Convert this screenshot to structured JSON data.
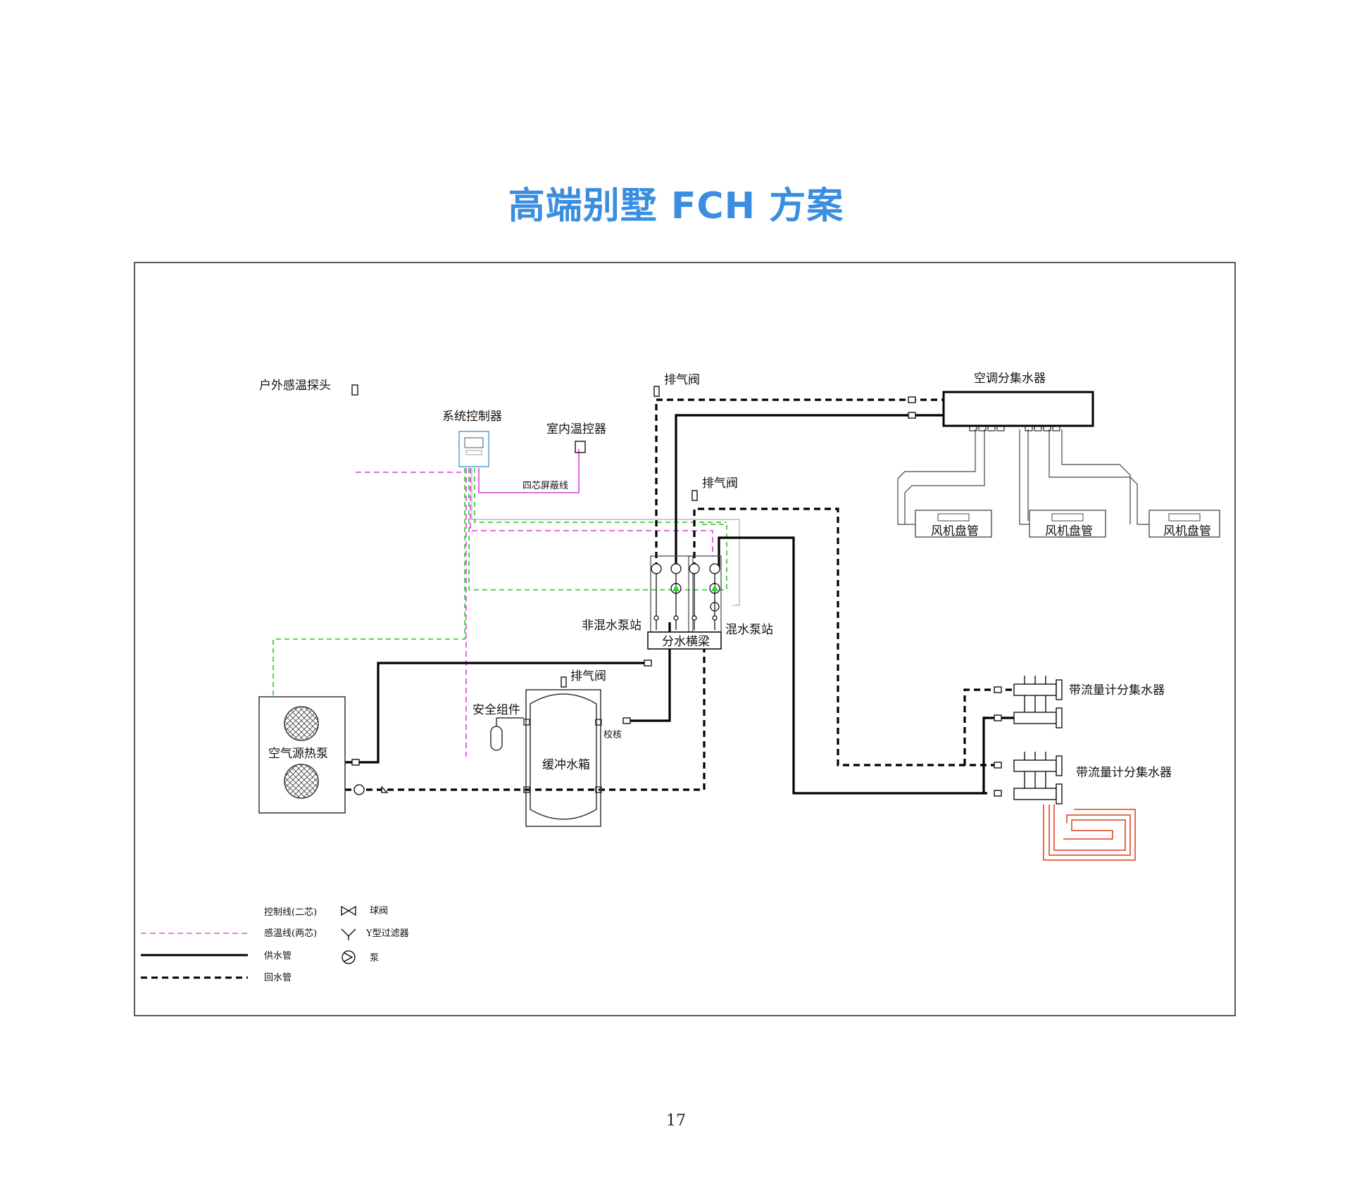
{
  "title": "高端别墅 FCH 方案",
  "page_number": "17",
  "labels": {
    "outdoor_sensor": "户外感温探头",
    "system_controller": "系统控制器",
    "room_thermostat": "室内温控器",
    "four_core_cable": "四芯屏蔽线",
    "vent_valve_1": "排气阀",
    "vent_valve_2": "排气阀",
    "vent_valve_3": "排气阀",
    "ac_manifold": "空调分集水器",
    "fan_coil_1": "风机盘管",
    "fan_coil_2": "风机盘管",
    "fan_coil_3": "风机盘管",
    "non_mixing_station": "非混水泵站",
    "mixing_station": "混水泵站",
    "distribution_beam": "分水横梁",
    "safety_group": "安全组件",
    "buffer_tank": "缓冲水箱",
    "valve_small": "校核",
    "heat_pump": "空气源热泵",
    "floor_manifold_1": "带流量计分集水器",
    "floor_manifold_2": "带流量计分集水器"
  },
  "legend": {
    "control_line": "控制线(二芯)",
    "sensor_line": "感温线(两芯)",
    "supply_pipe": "供水管",
    "return_pipe": "回水管",
    "ball_valve": "球阀",
    "y_filter": "Y型过滤器",
    "pump": "泵"
  },
  "colors": {
    "title": "#3a8ee0",
    "control_line": "#44cc44",
    "sensor_line": "#e055e0",
    "pipe": "#000000",
    "floor_coil": "#e03a1a",
    "aux_line": "#bbbbbb"
  }
}
